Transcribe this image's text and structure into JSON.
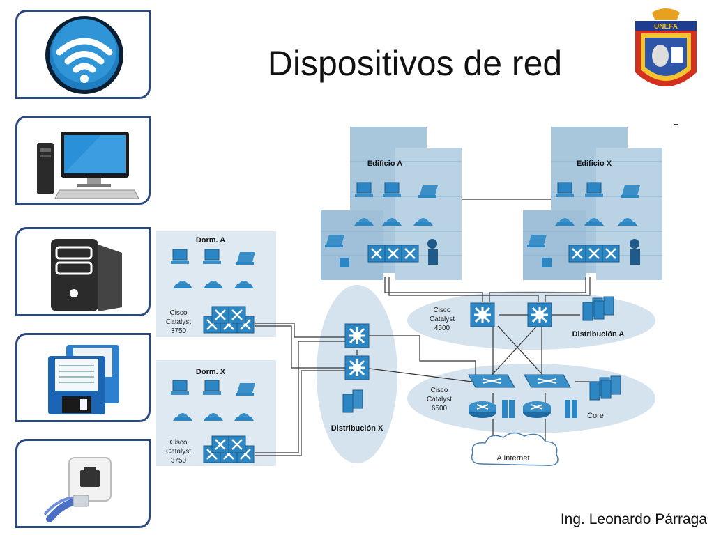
{
  "slide": {
    "title": "Dispositivos de red",
    "author": "Ing. Leonardo Párraga",
    "logo_text": "UNEFA"
  },
  "sidebar": {
    "icons": [
      {
        "name": "wifi-icon"
      },
      {
        "name": "desktop-computer-icon"
      },
      {
        "name": "server-tower-icon"
      },
      {
        "name": "floppy-disk-icon"
      },
      {
        "name": "ethernet-port-icon"
      }
    ]
  },
  "diagram": {
    "edificio_a": "Edificio A",
    "edificio_x": "Edificio X",
    "dorm_a": "Dorm. A",
    "dorm_x": "Dorm. X",
    "cisco": "Cisco",
    "catalyst": "Catalyst",
    "model_3750": "3750",
    "model_4500": "4500",
    "model_6500": "6500",
    "distribucion_a": "Distribución A",
    "distribucion_x": "Distribución X",
    "core": "Core",
    "internet": "A Internet"
  },
  "colors": {
    "device_blue": "#3b8fc8",
    "building": "#a9c7dc",
    "zone": "#d5e3ee",
    "card_border": "#2b4a7e"
  }
}
